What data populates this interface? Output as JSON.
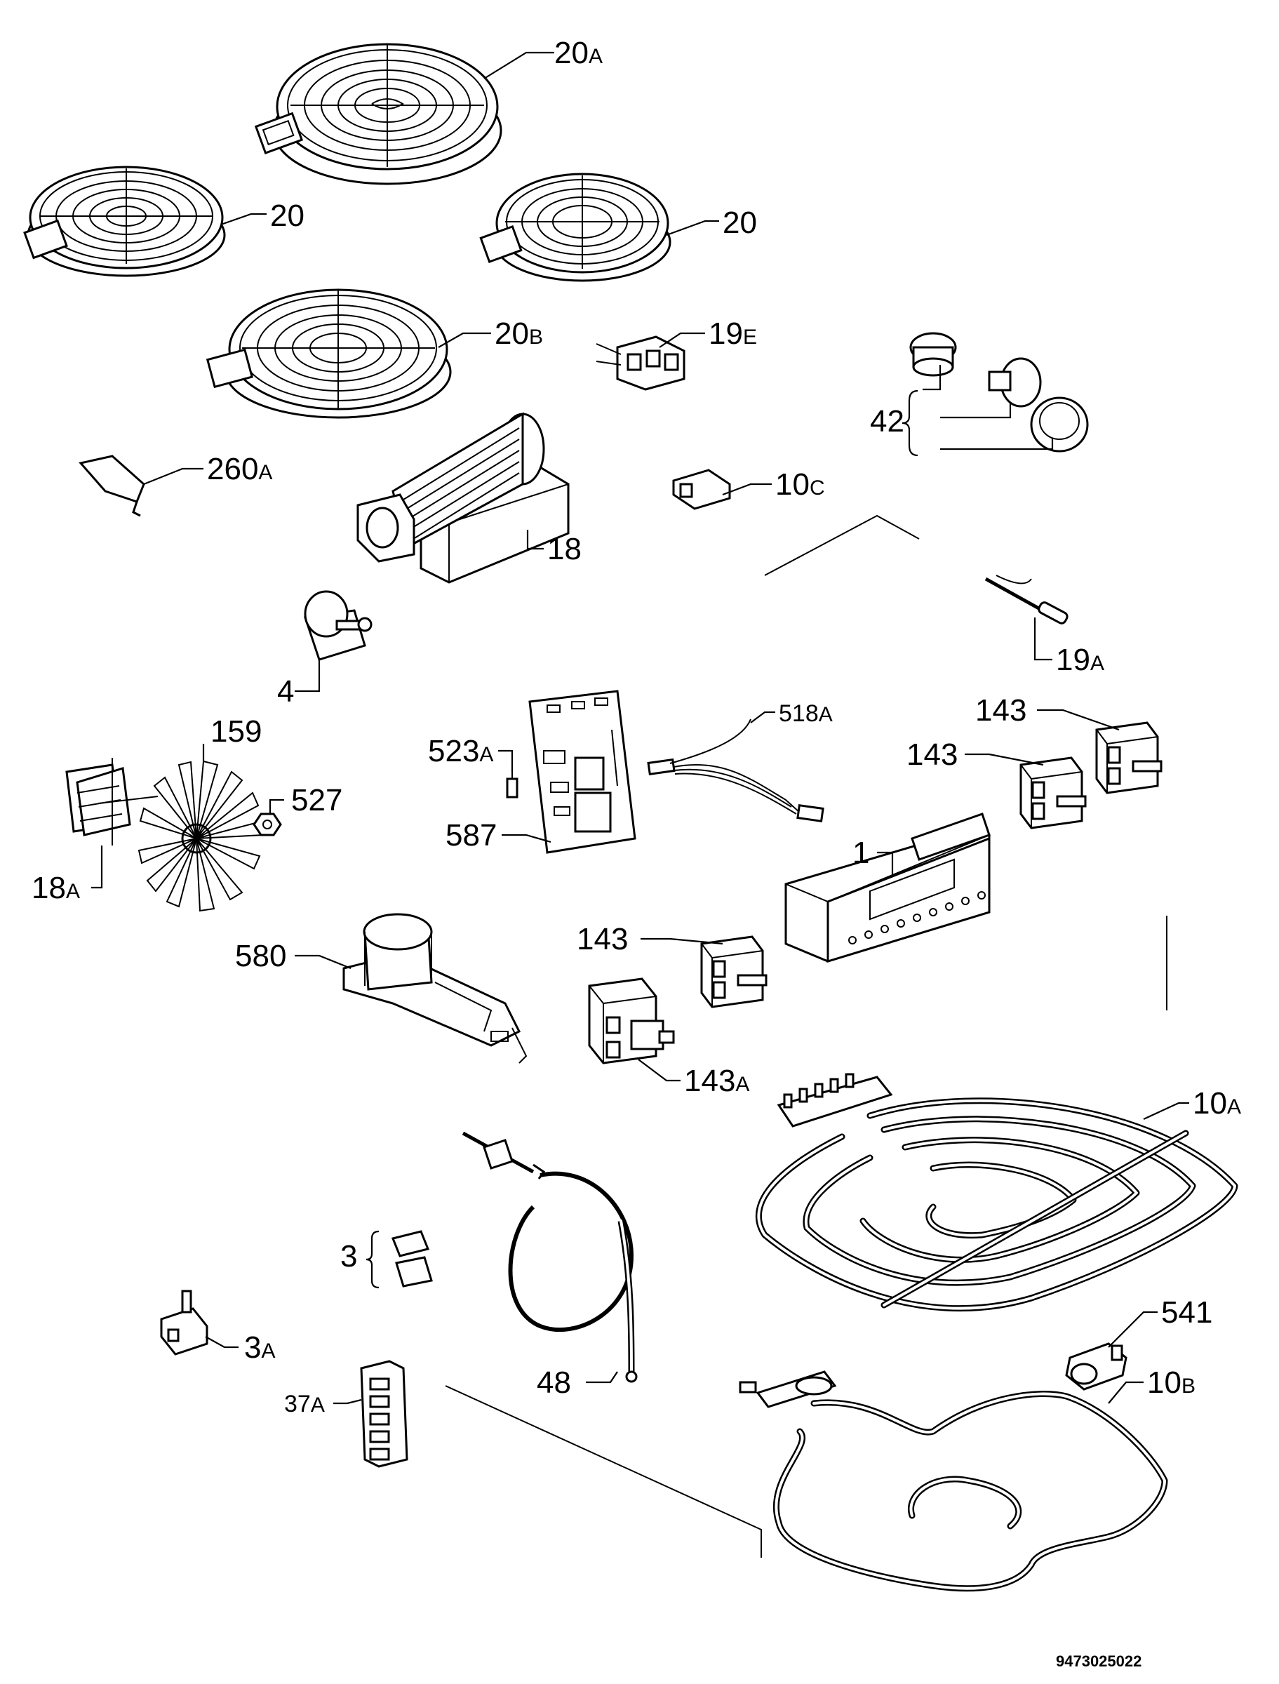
{
  "drawing_number": "9473025022",
  "parts": {
    "p20a": {
      "num": "20",
      "sfx": "A"
    },
    "p20_left": {
      "num": "20",
      "sfx": ""
    },
    "p20_right": {
      "num": "20",
      "sfx": ""
    },
    "p20b": {
      "num": "20",
      "sfx": "B"
    },
    "p19e": {
      "num": "19",
      "sfx": "E"
    },
    "p42": {
      "num": "42",
      "sfx": ""
    },
    "p260a": {
      "num": "260",
      "sfx": "A"
    },
    "p18": {
      "num": "18",
      "sfx": ""
    },
    "p10c": {
      "num": "10",
      "sfx": "C"
    },
    "p19a": {
      "num": "19",
      "sfx": "A"
    },
    "p4": {
      "num": "4",
      "sfx": ""
    },
    "p518a": {
      "num": "518",
      "sfx": "A"
    },
    "p143_top": {
      "num": "143",
      "sfx": ""
    },
    "p143_mid": {
      "num": "143",
      "sfx": ""
    },
    "p523a": {
      "num": "523",
      "sfx": "A"
    },
    "p159": {
      "num": "159",
      "sfx": ""
    },
    "p527": {
      "num": "527",
      "sfx": ""
    },
    "p587": {
      "num": "587",
      "sfx": ""
    },
    "p1": {
      "num": "1",
      "sfx": ""
    },
    "p18a": {
      "num": "18",
      "sfx": "A"
    },
    "p580": {
      "num": "580",
      "sfx": ""
    },
    "p143_low": {
      "num": "143",
      "sfx": ""
    },
    "p143a": {
      "num": "143",
      "sfx": "A"
    },
    "p10a": {
      "num": "10",
      "sfx": "A"
    },
    "p3": {
      "num": "3",
      "sfx": ""
    },
    "p541": {
      "num": "541",
      "sfx": ""
    },
    "p3a": {
      "num": "3",
      "sfx": "A"
    },
    "p48": {
      "num": "48",
      "sfx": ""
    },
    "p10b": {
      "num": "10",
      "sfx": "B"
    },
    "p37a": {
      "num": "37",
      "sfx": "A"
    }
  }
}
